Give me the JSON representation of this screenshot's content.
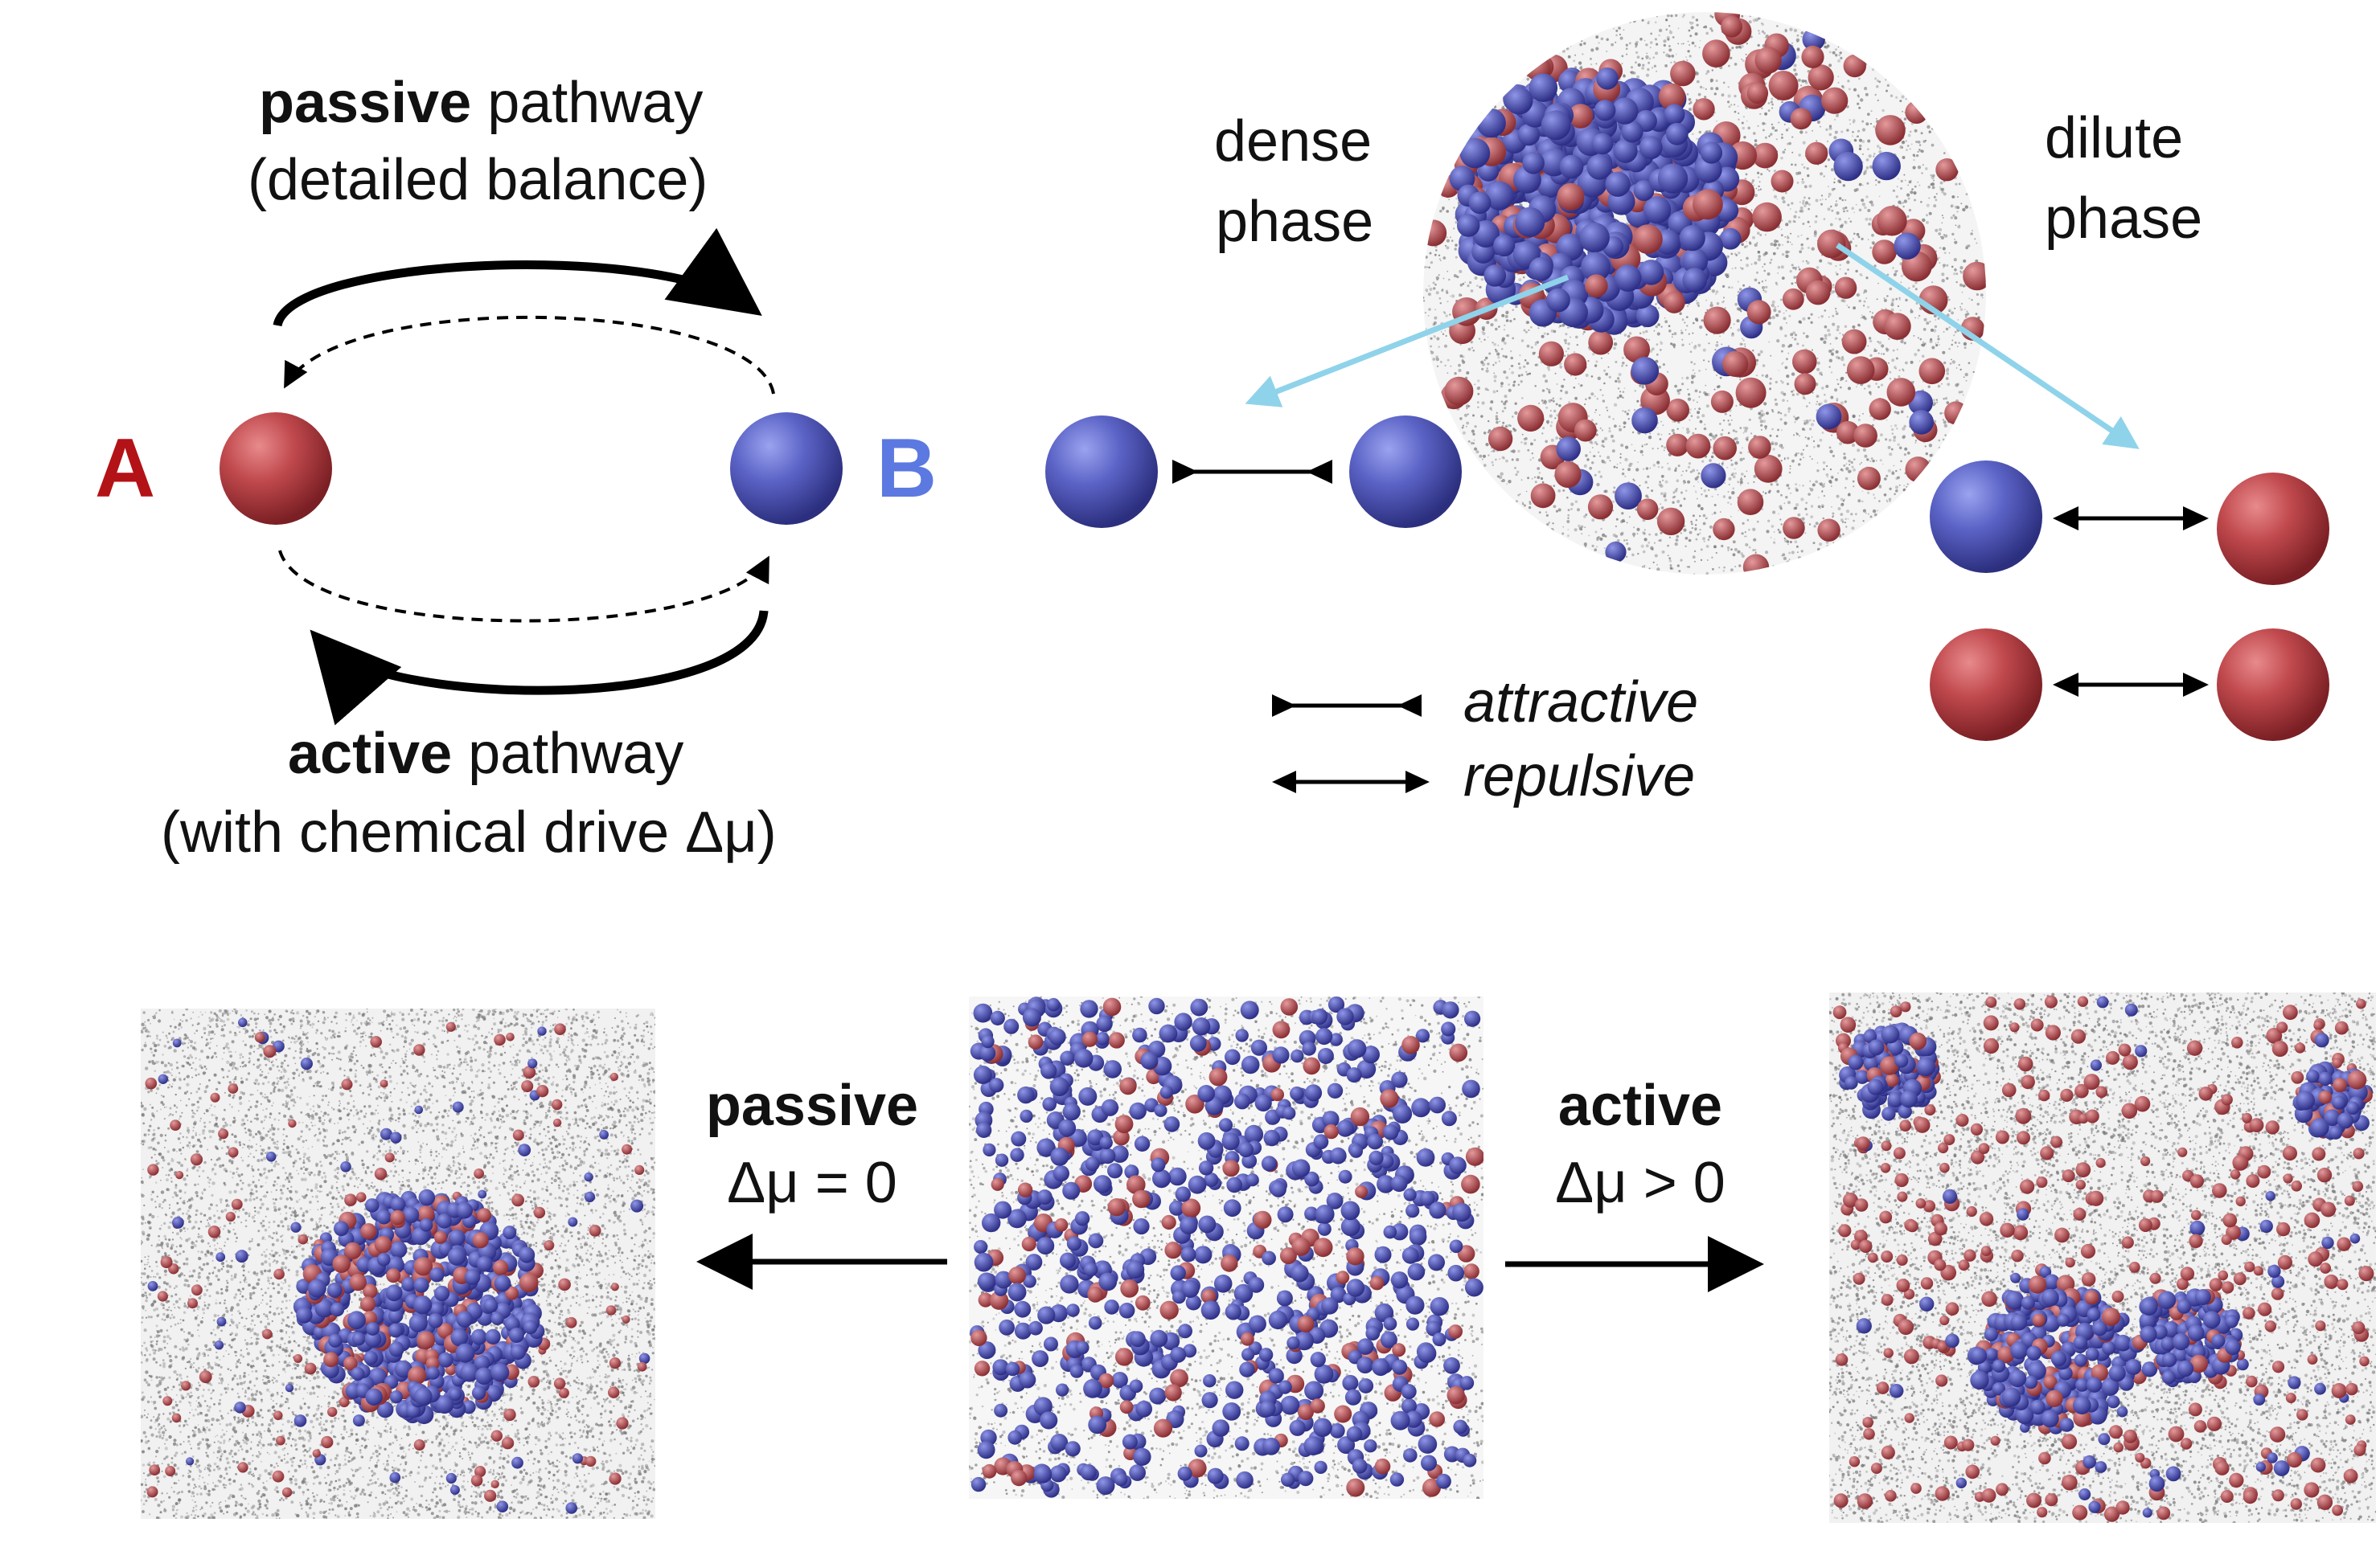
{
  "species": {
    "a": {
      "label": "A",
      "color": "#b31217"
    },
    "b": {
      "label": "B",
      "color": "#5b79e0"
    }
  },
  "pathways": {
    "passive": {
      "bold": "passive",
      "rest": " pathway",
      "note": "(detailed balance)"
    },
    "active": {
      "bold": "active",
      "rest": " pathway",
      "note": "(with chemical drive Δμ)"
    }
  },
  "phases": {
    "dense": {
      "line1": "dense",
      "line2": "phase"
    },
    "dilute": {
      "line1": "dilute",
      "line2": "phase"
    }
  },
  "legend": {
    "attractive": "attractive",
    "repulsive": "repulsive"
  },
  "bottom": {
    "passive": {
      "title": "passive",
      "condition": "Δμ = 0"
    },
    "active": {
      "title": "active",
      "condition": "Δμ > 0"
    }
  },
  "colors": {
    "particle_red": "#b84a4e",
    "particle_blue": "#5a5fc0",
    "arrow_cyan": "#8fd3ea",
    "solvent_gray": "#8a8a8a"
  }
}
